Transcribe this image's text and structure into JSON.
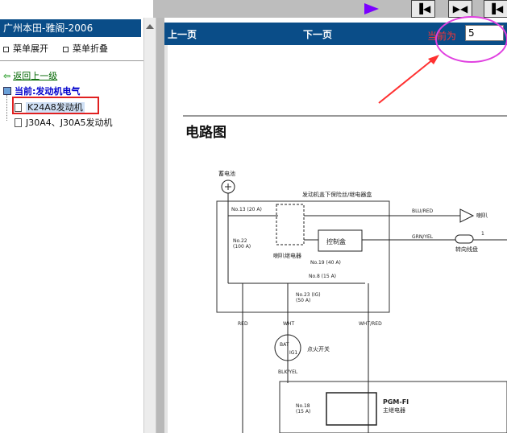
{
  "toolbar": {
    "buttons": [
      "first-page-icon",
      "split-view-icon",
      "last-page-icon"
    ]
  },
  "sidebar": {
    "title": "广州本田-雅阁-2006",
    "expand_label": "菜单展开",
    "collapse_label": "菜单折叠",
    "back_label": "返回上一级",
    "current_label": "当前:发动机电气",
    "items": [
      {
        "label": "K24A8发动机",
        "selected": true
      },
      {
        "label": "J30A4、J30A5发动机",
        "selected": false
      }
    ]
  },
  "nav": {
    "prev_label": "上一页",
    "next_label": "下一页",
    "page_label": "当前为",
    "page_value": "5"
  },
  "document": {
    "title": "电路图",
    "labels": {
      "battery": "蓄电池",
      "fusebox": "发动机盖下保险丝/继电器盒",
      "fuse13": "No.13 (20 A)",
      "fuse22": "No.22",
      "fuse22b": "(100 A)",
      "horn_relay": "喇叭继电器",
      "control_box": "控制盒",
      "fuse19": "No.19 (40 A)",
      "fuse8": "No.8 (15 A)",
      "fuse23": "No.23 (IG)",
      "fuse23b": "(50 A)",
      "blu_red": "BLU/RED",
      "horn": "喇叭",
      "grn_yel": "GRN/YEL",
      "turn_reel": "转向线盘",
      "connector_pin": "1",
      "red": "RED",
      "wht": "WHT",
      "wht_red": "WHT/RED",
      "bat": "BAT",
      "ig1": "IG1",
      "ignition_switch": "点火开关",
      "blk_yel": "BLK/YEL",
      "fuse18": "No.18",
      "fuse18b": "(15 A)",
      "pgmfi": "PGM-FI",
      "main_relay": "主继电器"
    }
  },
  "colors": {
    "title_bar": "#0a4d88",
    "toolbar_bg": "#bdbdbd",
    "annotation_red": "#e02020",
    "annotation_magenta": "#e040e0",
    "play_arrow": "#7b00ff"
  }
}
